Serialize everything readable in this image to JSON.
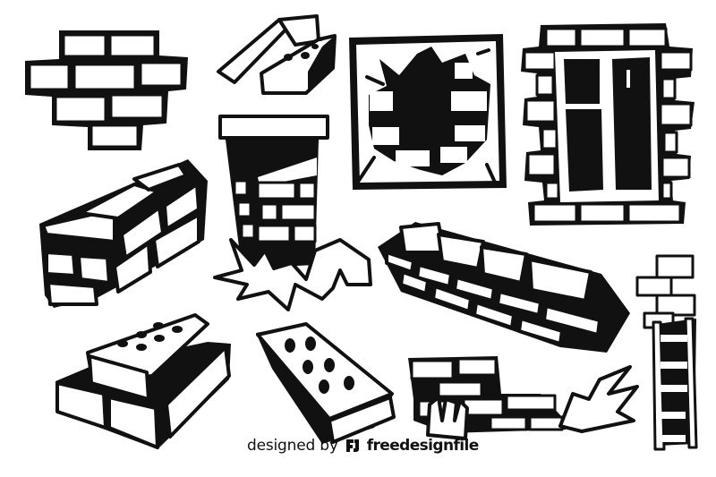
{
  "image": {
    "description": "Black and white line-art sheet of brick illustrations",
    "background_color": "#ffffff",
    "ink_color": "#111111"
  },
  "illustrations": [
    {
      "id": "brick-patch",
      "label": "Brick wall patch"
    },
    {
      "id": "two-bricks-top",
      "label": "Two stacked bricks"
    },
    {
      "id": "broken-wall-frame",
      "label": "Broken brick wall in frame"
    },
    {
      "id": "brick-window",
      "label": "Window in brick wall"
    },
    {
      "id": "brick-wall-block",
      "label": "Brick wall block"
    },
    {
      "id": "brick-chimney",
      "label": "Brick chimney with grass"
    },
    {
      "id": "brick-wall-long",
      "label": "Long brick wall segment"
    },
    {
      "id": "brick-ladder",
      "label": "Brick column with ladder"
    },
    {
      "id": "brick-stack",
      "label": "Stacked bricks with holes"
    },
    {
      "id": "single-brick",
      "label": "Single brick with holes"
    },
    {
      "id": "low-wall-grass",
      "label": "Low brick wall with grass"
    }
  ],
  "watermark": {
    "prefix": "designed by",
    "brand": "freedesignfile"
  }
}
